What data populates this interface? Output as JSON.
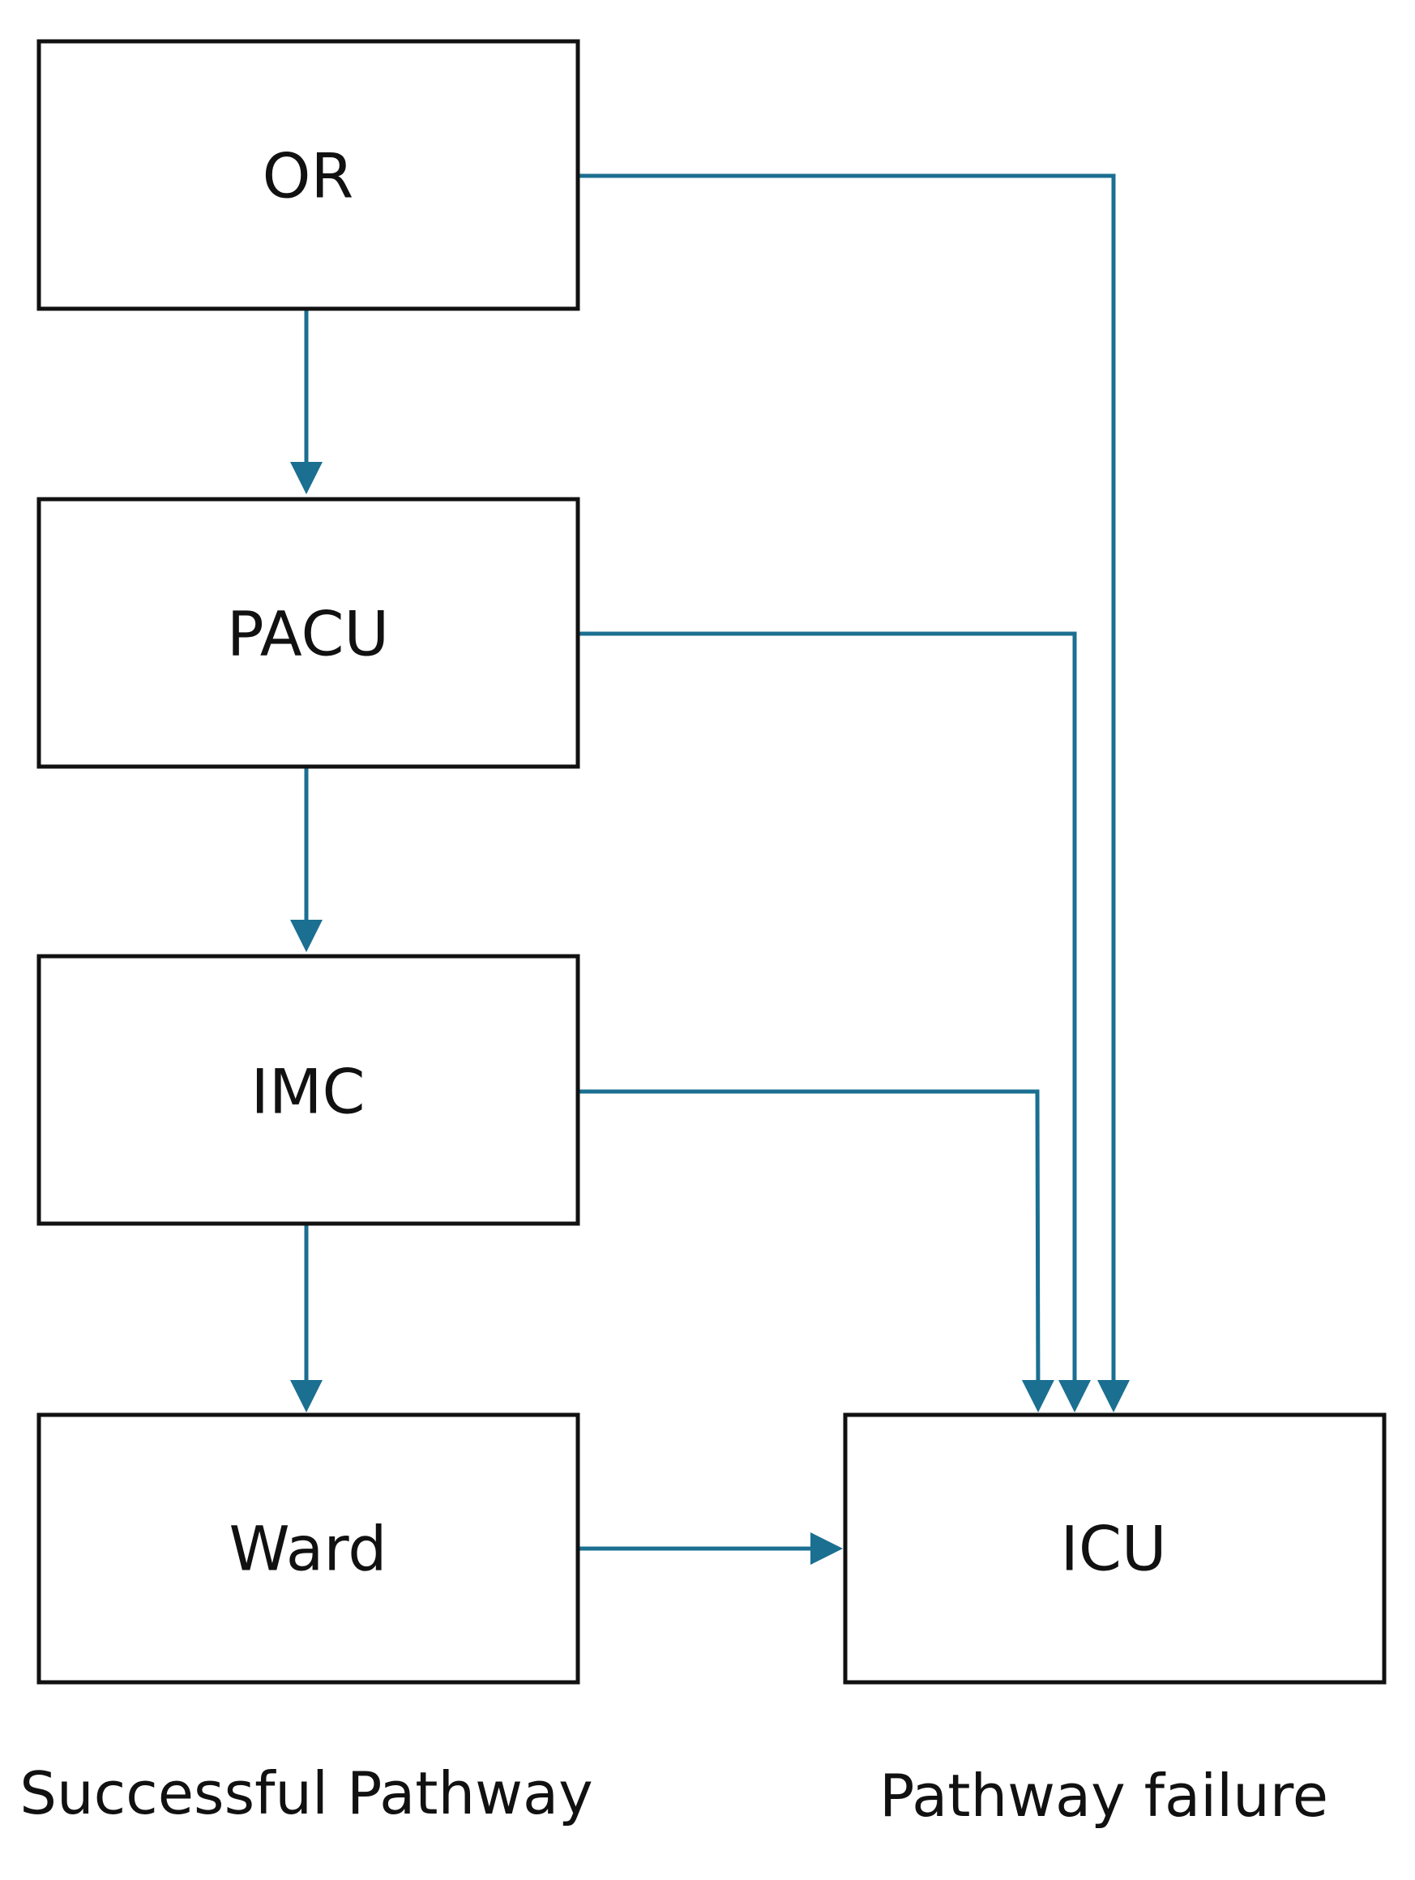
{
  "colors": {
    "edge": "#1b6f91",
    "box_border": "#111111",
    "text": "#111111",
    "background": "#ffffff"
  },
  "nodes": {
    "or": "OR",
    "pacu": "PACU",
    "imc": "IMC",
    "ward": "Ward",
    "icu": "ICU"
  },
  "captions": {
    "successful": "Successful Pathway",
    "failure": "Pathway failure"
  },
  "edges": [
    {
      "from": "OR",
      "to": "PACU"
    },
    {
      "from": "PACU",
      "to": "IMC"
    },
    {
      "from": "IMC",
      "to": "Ward"
    },
    {
      "from": "Ward",
      "to": "ICU"
    },
    {
      "from": "OR",
      "to": "ICU"
    },
    {
      "from": "PACU",
      "to": "ICU"
    },
    {
      "from": "IMC",
      "to": "ICU"
    }
  ]
}
